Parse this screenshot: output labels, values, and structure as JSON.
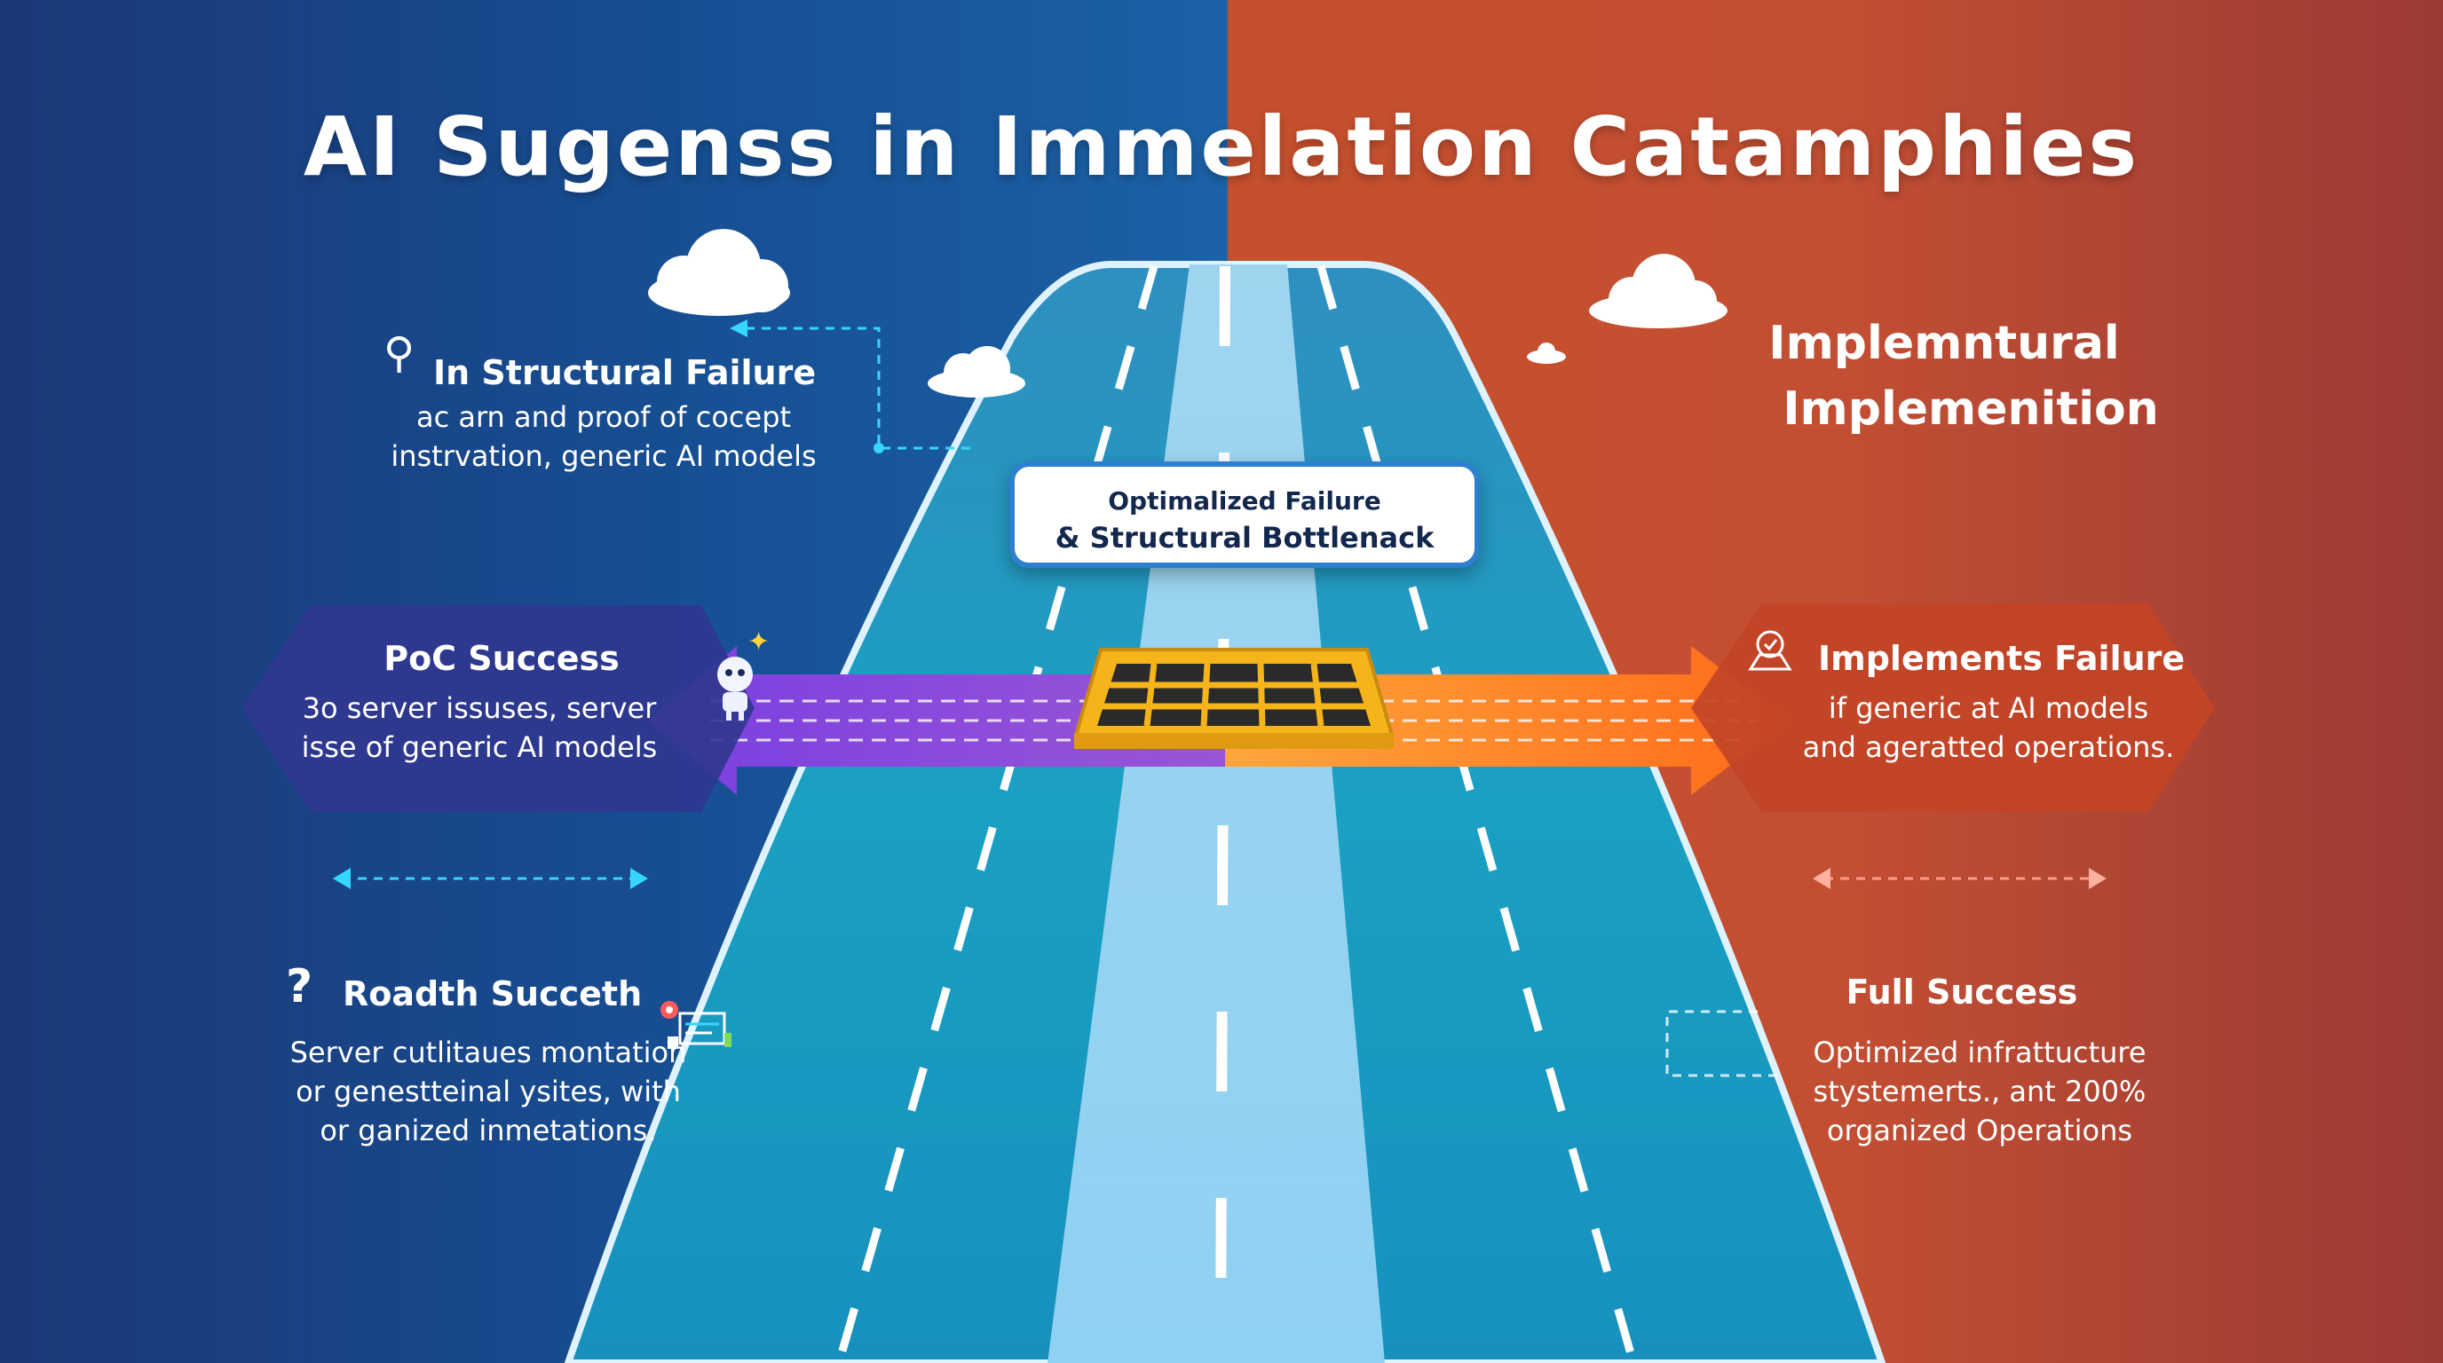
{
  "title": "AI  Sugenss in Immelation Catamphies",
  "colors": {
    "left_bg": "#174f93",
    "right_bg": "#c34f33",
    "road": "#1a9fbf",
    "purple_arrow": "#8a4ad8",
    "orange_arrow": "#ff7a22",
    "barrier": "#f4b41a"
  },
  "callout": {
    "line1": "Optimalized Failure",
    "line2": "& Structural Bottlenack"
  },
  "left_top": {
    "heading": "In Structural Failure",
    "line1": "ac arn and proof  of cocept",
    "line2": "instrvation, generic AI models"
  },
  "poc": {
    "heading": "PoC Success",
    "line1": "3o server issuses,  server",
    "line2": "isse of generic AI models"
  },
  "road_success": {
    "heading": "Roadth Succeth",
    "line1": "Server cutlitaues montation",
    "line2": "or genestteinal ysites, with",
    "line3": "or ganized inmetations."
  },
  "right_top": {
    "line1": "Implemntural",
    "line2": "Implemenition"
  },
  "impl_failure": {
    "heading": "Implements Failure",
    "line1": "if generic at AI models",
    "line2": "and ageratted operations."
  },
  "full_success": {
    "heading": "Full Success",
    "line1": "Optimized infrattucture",
    "line2": "stystemerts., ant 200%",
    "line3": "organized Operations"
  },
  "icons": {
    "pin": "location-pin-icon",
    "question": "question-mark-icon",
    "robot": "robot-icon",
    "sparkle": "sparkle-icon",
    "badge": "certificate-badge-icon",
    "location_board": "location-board-icon"
  }
}
